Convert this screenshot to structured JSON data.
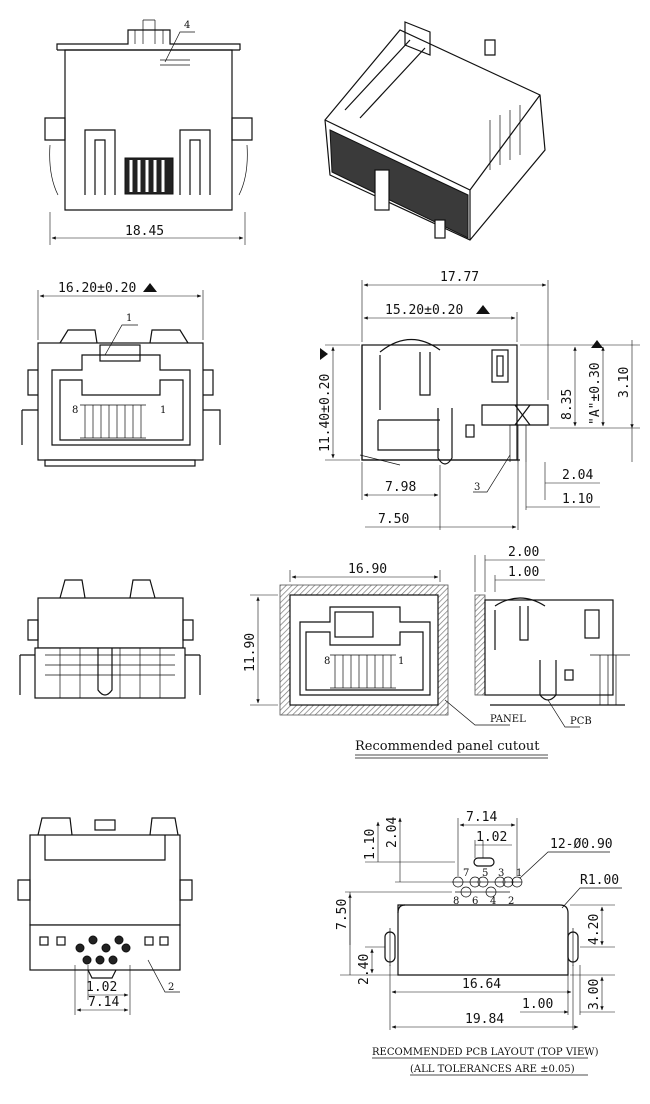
{
  "views": {
    "front_top": {
      "dim_width": "18.45",
      "callout": "4"
    },
    "front": {
      "dim_width": "16.20±0.20",
      "callout": "1",
      "pin_left": "8",
      "pin_right": "1"
    },
    "side": {
      "dim_overall": "17.77",
      "dim_body": "15.20±0.20",
      "dim_height": "11.40±0.20",
      "dim_835": "8.35",
      "dim_a": "\"A\"±0.30",
      "dim_310": "3.10",
      "dim_204": "2.04",
      "dim_110": "1.10",
      "dim_798": "7.98",
      "dim_750": "7.50",
      "callout": "3"
    },
    "panel_cutout": {
      "dim_width": "16.90",
      "dim_height": "11.90",
      "pin_left": "8",
      "pin_right": "1",
      "dim_200": "2.00",
      "dim_100": "1.00",
      "panel_label": "PANEL",
      "pcb_label": "PCB",
      "caption": "Recommended panel cutout"
    },
    "bottom": {
      "dim_102": "1.02",
      "dim_714": "7.14",
      "callout": "2"
    },
    "pcb_layout": {
      "dim_714": "7.14",
      "dim_102": "1.02",
      "dim_holes": "12-Ø0.90",
      "dim_110": "1.10",
      "dim_204": "2.04",
      "dim_radius": "R1.00",
      "dim_750": "7.50",
      "dim_420": "4.20",
      "dim_240": "2.40",
      "dim_1664": "16.64",
      "dim_100": "1.00",
      "dim_300": "3.00",
      "dim_1984": "19.84",
      "pin_labels_top": [
        "7",
        "5",
        "3",
        "1"
      ],
      "pin_labels_bottom": [
        "8",
        "6",
        "4",
        "2"
      ],
      "caption_line1": "RECOMMENDED PCB LAYOUT (TOP VIEW)",
      "caption_line2": "(ALL TOLERANCES ARE ±0.05)"
    }
  }
}
